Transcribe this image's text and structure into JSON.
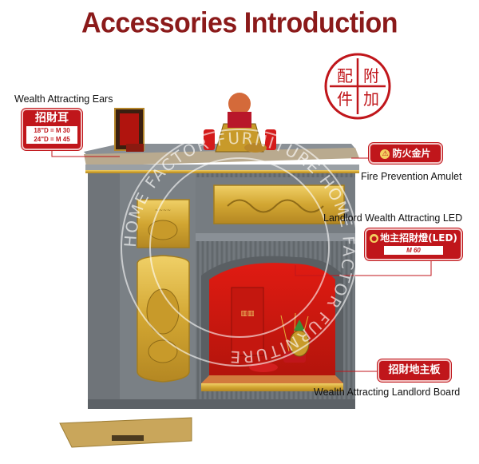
{
  "title": "Accessories Introduction",
  "seal": {
    "chars": [
      "配",
      "附",
      "件",
      "加"
    ],
    "color": "#c0161b"
  },
  "callouts": {
    "ears": {
      "label": "Wealth Attracting Ears",
      "tag": "招財耳",
      "sizes": [
        "18\"D = M 30",
        "24\"D = M 45"
      ]
    },
    "amulet": {
      "label": "Fire Prevention Amulet",
      "tag": "防火金片"
    },
    "led": {
      "label": "Landlord Wealth Attracting LED",
      "tag": "地主招財燈(LED)",
      "price": "M 60"
    },
    "board": {
      "label": "Wealth Attracting Landlord Board",
      "tag": "招財地主板"
    }
  },
  "watermark": "HOME FACTOR FURNITURE HOME FACTOR FURNITURE",
  "colors": {
    "title": "#8b1a1a",
    "tag_red": "#c0161b",
    "cabinet_gray": "#6f7479",
    "gold": "#d8b23a"
  }
}
